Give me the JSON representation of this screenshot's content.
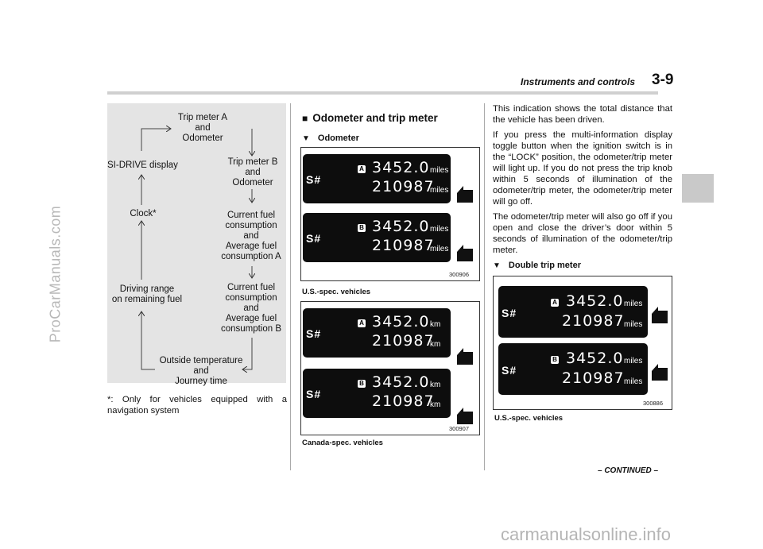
{
  "header": {
    "section": "Instruments and controls",
    "page": "3-9"
  },
  "watermarks": {
    "left": "ProCarManuals.com",
    "bottom": "carmanualsonline.info"
  },
  "diagram": {
    "items": {
      "trip_a": "Trip meter A\nand\nOdometer",
      "trip_b": "Trip meter B\nand\nOdometer",
      "si_drive": "SI-DRIVE display",
      "clock": "Clock*",
      "fuel_a": "Current fuel\nconsumption\nand\nAverage fuel\nconsumption A",
      "driving_range": "Driving range\non remaining fuel",
      "fuel_b": "Current fuel\nconsumption\nand\nAverage fuel\nconsumption B",
      "outside_temp": "Outside temperature\nand\nJourney time"
    },
    "footnote": "*: Only for vehicles equipped with a navigation system"
  },
  "middle": {
    "heading_marker": "■",
    "heading": "Odometer and trip meter",
    "sub_marker": "▼",
    "subheading": "Odometer",
    "fig1": {
      "code": "300906",
      "caption": "U.S.-spec. vehicles"
    },
    "fig2": {
      "code": "300907",
      "caption": "Canada-spec. vehicles"
    }
  },
  "display": {
    "shift": "S#",
    "trip": "3452.0",
    "odo": "210987",
    "badge_a": "A",
    "badge_b": "B",
    "unit_miles": "miles",
    "unit_km": "km"
  },
  "right": {
    "paragraphs": [
      "This indication shows the total distance that the vehicle has been driven.",
      "If you press the multi-information display toggle button when the ignition switch is in the “LOCK” position, the odometer/trip meter will light up. If you do not press the trip knob within 5 seconds of illumination of the odometer/trip meter, the odometer/trip meter will go off.",
      "The odometer/trip meter will also go off if you open and close the driver’s door within 5 seconds of illumination of the odometer/trip meter."
    ],
    "sub_marker": "▼",
    "subheading": "Double trip meter",
    "fig3": {
      "code": "300886",
      "caption": "U.S.-spec. vehicles"
    },
    "continued": "– CONTINUED –"
  }
}
